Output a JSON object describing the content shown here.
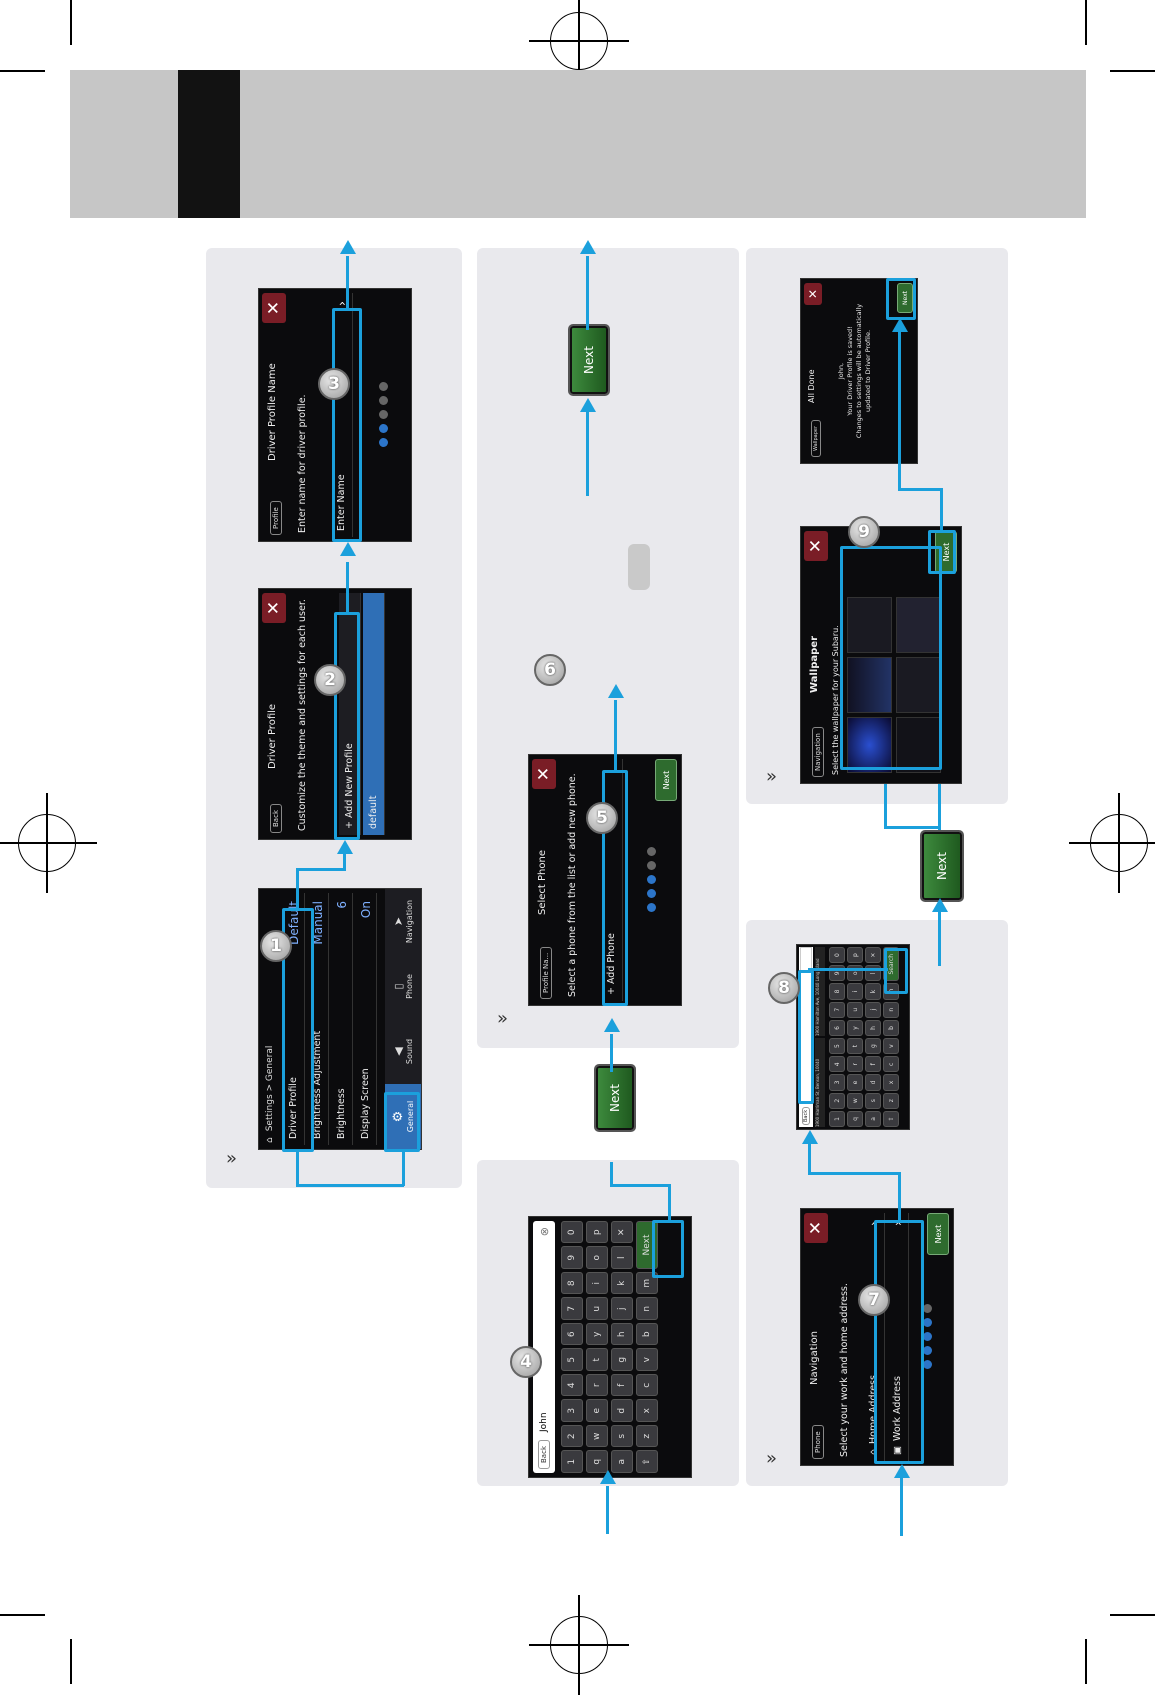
{
  "screens": {
    "general": {
      "title": "Settings > General",
      "rows": [
        {
          "label": "Driver Profile",
          "value": "Default"
        },
        {
          "label": "Brightness Adjustment",
          "value": "Manual"
        },
        {
          "label": "Brightness",
          "value": "6"
        },
        {
          "label": "Display Screen",
          "value": "On"
        }
      ],
      "tabs": [
        "General",
        "Sound",
        "Phone",
        "Navigation"
      ]
    },
    "profile": {
      "back": "Back",
      "title": "Driver Profile",
      "subtitle": "Customize the theme and settings for each user.",
      "items": [
        "+ Add New Profile",
        "default"
      ]
    },
    "name": {
      "back": "Profile",
      "title": "Driver Profile Name",
      "subtitle": "Enter name for driver profile.",
      "field": "Enter Name"
    },
    "keyboard": {
      "back": "Back",
      "value": "John",
      "next": "Next",
      "rows": [
        [
          "1",
          "2",
          "3",
          "4",
          "5",
          "6",
          "7",
          "8",
          "9",
          "0"
        ],
        [
          "q",
          "w",
          "e",
          "r",
          "t",
          "y",
          "u",
          "i",
          "o",
          "p"
        ],
        [
          "a",
          "s",
          "d",
          "f",
          "g",
          "h",
          "j",
          "k",
          "l"
        ],
        [
          "z",
          "x",
          "c",
          "v",
          "b",
          "n",
          "m"
        ]
      ]
    },
    "phone": {
      "back": "Profile Na...",
      "title": "Select Phone",
      "subtitle": "Select a phone from the list or add new phone.",
      "item": "+ Add Phone",
      "next": "Next"
    },
    "navigation": {
      "back": "Phone",
      "title": "Navigation",
      "subtitle": "Select your work and home address.",
      "rows": [
        "Home Address",
        "Work Address"
      ],
      "next": "Next"
    },
    "search": {
      "back": "Back",
      "search_label": "Search",
      "suggestion_1": "1900 Harriman St, Benson, 10040",
      "suggestion_2": "1900 Hamilton Ave, 10040 Long Island",
      "rows": [
        [
          "1",
          "2",
          "3",
          "4",
          "5",
          "6",
          "7",
          "8",
          "9",
          "0"
        ],
        [
          "q",
          "w",
          "e",
          "r",
          "t",
          "y",
          "u",
          "i",
          "o",
          "p"
        ],
        [
          "a",
          "s",
          "d",
          "f",
          "g",
          "h",
          "j",
          "k",
          "l"
        ],
        [
          "z",
          "x",
          "c",
          "v",
          "b",
          "n",
          "m"
        ]
      ]
    },
    "wallpaper": {
      "back": "Navigation",
      "title": "Wallpaper",
      "subtitle": "Select the wallpaper for your Subaru.",
      "next": "Next"
    },
    "done": {
      "back": "Wallpaper",
      "title": "All Done",
      "line1": "John,",
      "line2": "Your Driver Profile is saved!",
      "line3": "Changes to settings will be automatically",
      "line4": "updated to Driver Profile.",
      "next": "Next"
    }
  },
  "callouts": [
    "1",
    "2",
    "3",
    "4",
    "5",
    "6",
    "7",
    "8",
    "9"
  ],
  "buttons": {
    "next": "Next"
  },
  "colors": {
    "accent": "#1ba0dc",
    "header": "#c6c6c6",
    "panel": "#e9e9ed"
  }
}
